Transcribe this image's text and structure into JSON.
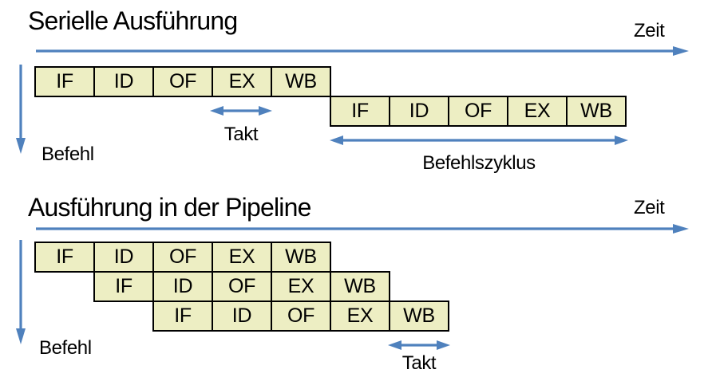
{
  "colors": {
    "arrow_blue": "#4F81BD",
    "box_fill": "#EDEEC3",
    "box_border": "#000000",
    "text": "#000000"
  },
  "stages": [
    "IF",
    "ID",
    "OF",
    "EX",
    "WB"
  ],
  "serial_section": {
    "title": "Serielle Ausführung",
    "time_label": "Zeit",
    "instruction_label": "Befehl",
    "clock_label": "Takt",
    "cycle_label": "Befehlszyklus"
  },
  "pipeline_section": {
    "title": "Ausführung in der Pipeline",
    "time_label": "Zeit",
    "instruction_label": "Befehl",
    "clock_label": "Takt"
  }
}
